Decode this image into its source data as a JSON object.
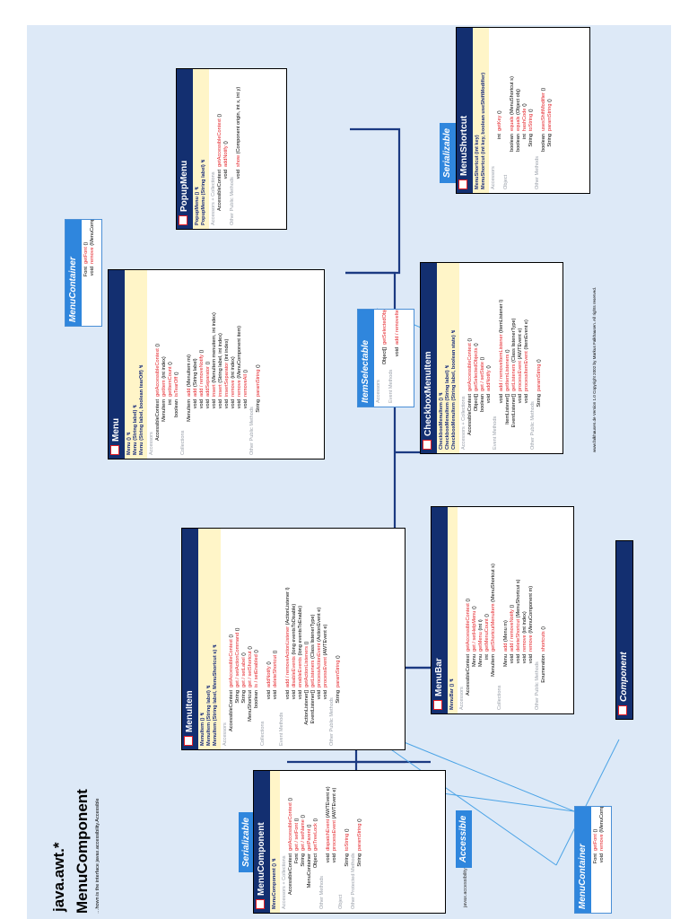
{
  "header": {
    "package": "java.awt.*",
    "class_name": "MenuComponent",
    "subtitle": "…hown is the interface javax.accessibility.Accessible"
  },
  "footer": "www.falkhausen.de Version 1.0 Copyright 2002 by Markus Falkhausen. All rights reserved.",
  "interfaces": {
    "serializable_left": "Serializable",
    "serializable_right": "Serializable",
    "accessible": "Accessible",
    "accessible_note": "javax.accessibility",
    "item_selectable": "ItemSelectable",
    "menu_container_top": "MenuContainer",
    "menu_container_bottom": "MenuContainer",
    "component": "Component"
  },
  "menu_container_top_rows": [
    {
      "type": "Font",
      "method": "getFont",
      "params": "()"
    },
    {
      "type": "void",
      "method": "remove",
      "params": "(MenuComponent comp)"
    }
  ],
  "menu_container_bottom_rows": [
    {
      "type": "Font",
      "method": "getFont",
      "params": "()"
    },
    {
      "type": "void",
      "method": "remove",
      "params": "(MenuComponent comp)"
    }
  ],
  "item_selectable_rows": [
    {
      "type": "",
      "method": "Accessors",
      "params": "",
      "section": true
    },
    {
      "type": "Object[]",
      "method": "getSelectedObjects",
      "params": "()"
    },
    {
      "type": "",
      "method": "Event Methods",
      "params": "",
      "section": true
    },
    {
      "type": "void",
      "method": "add / removeItemListener",
      "params": "(ItemListener l)"
    }
  ],
  "classes": {
    "menu_component": {
      "name": "MenuComponent",
      "ctors": [
        "MenuComponent () ↯"
      ],
      "rows": [
        {
          "type": "",
          "method": "Accessors + Collections",
          "params": "",
          "section": true
        },
        {
          "type": "AccessibleContext",
          "method": "getAccessibleContext",
          "params": "()"
        },
        {
          "type": "Font",
          "method": "get / setFont",
          "params": "()"
        },
        {
          "type": "String",
          "method": "get / setName",
          "params": "()"
        },
        {
          "type": "MenuContainer",
          "method": "getParent",
          "params": "()"
        },
        {
          "type": "Object",
          "method": "getTreeLock",
          "params": "()"
        },
        {
          "type": "",
          "method": "Other Methods",
          "params": "",
          "section": true
        },
        {
          "type": "void",
          "method": "dispatchEvent",
          "params": "(AWTEvent e)"
        },
        {
          "type": "void",
          "method": "processEvent",
          "params": "(AWTEvent e)"
        },
        {
          "type": "",
          "method": "Object",
          "params": "",
          "section": true
        },
        {
          "type": "String",
          "method": "toString",
          "params": "()"
        },
        {
          "type": "",
          "method": "Other Protected Methods",
          "params": "",
          "section": true
        },
        {
          "type": "String",
          "method": "paramString",
          "params": "()"
        }
      ]
    },
    "menu_item": {
      "name": "MenuItem",
      "ctors": [
        "MenuItem () ↯",
        "MenuItem (String label) ↯",
        "MenuItem (String label, MenuShortcut s) ↯"
      ],
      "rows": [
        {
          "type": "",
          "method": "Accessors",
          "params": "",
          "section": true
        },
        {
          "type": "AccessibleContext",
          "method": "getAccessibleContext",
          "params": "()"
        },
        {
          "type": "String",
          "method": "get / setActionCommand",
          "params": "()"
        },
        {
          "type": "String",
          "method": "get / setLabel",
          "params": "()"
        },
        {
          "type": "MenuShortcut",
          "method": "get / setShortcut",
          "params": "()"
        },
        {
          "type": "boolean",
          "method": "is / setEnabled",
          "params": "()"
        },
        {
          "type": "",
          "method": "Collections",
          "params": "",
          "section": true
        },
        {
          "type": "void",
          "method": "addNotify",
          "params": "()"
        },
        {
          "type": "void",
          "method": "deleteShortcut",
          "params": "()"
        },
        {
          "type": "",
          "method": "Event Methods",
          "params": "",
          "section": true
        },
        {
          "type": "void",
          "method": "add / removeActionListener",
          "params": "(ActionListener l)"
        },
        {
          "type": "void",
          "method": "disableEvents",
          "params": "(long eventsToDisable)"
        },
        {
          "type": "void",
          "method": "enableEvents",
          "params": "(long eventsToEnable)"
        },
        {
          "type": "ActionListener[]",
          "method": "getActionListeners",
          "params": "()"
        },
        {
          "type": "EventListener[]",
          "method": "getListeners",
          "params": "(Class listenerType)"
        },
        {
          "type": "void",
          "method": "processActionEvent",
          "params": "(ActionEvent e)"
        },
        {
          "type": "void",
          "method": "processEvent",
          "params": "(AWTEvent e)"
        },
        {
          "type": "",
          "method": "Other Public Methods",
          "params": "",
          "section": true
        },
        {
          "type": "String",
          "method": "paramString",
          "params": "()"
        }
      ]
    },
    "menu_bar": {
      "name": "MenuBar",
      "ctors": [
        "MenuBar () ↯"
      ],
      "rows": [
        {
          "type": "",
          "method": "Accessors",
          "params": "",
          "section": true
        },
        {
          "type": "AccessibleContext",
          "method": "getAccessibleContext",
          "params": "()"
        },
        {
          "type": "Menu",
          "method": "get / setHelpMenu",
          "params": "()"
        },
        {
          "type": "Menu",
          "method": "getMenu",
          "params": "(int i)"
        },
        {
          "type": "int",
          "method": "getMenuCount",
          "params": "()"
        },
        {
          "type": "MenuItem",
          "method": "getShortcutMenuItem",
          "params": "(MenuShortcut s)"
        },
        {
          "type": "",
          "method": "Collections",
          "params": "",
          "section": true
        },
        {
          "type": "Menu",
          "method": "add",
          "params": "(Menu m)"
        },
        {
          "type": "void",
          "method": "add / removeNotify",
          "params": "()"
        },
        {
          "type": "void",
          "method": "deleteShortcut",
          "params": "(MenuShortcut s)"
        },
        {
          "type": "void",
          "method": "remove",
          "params": "(int index)"
        },
        {
          "type": "void",
          "method": "remove",
          "params": "(MenuComponent m)"
        },
        {
          "type": "",
          "method": "Other Public Methods",
          "params": "",
          "section": true
        },
        {
          "type": "Enumeration",
          "method": "shortcuts",
          "params": "()"
        }
      ]
    },
    "menu": {
      "name": "Menu",
      "ctors": [
        "Menu () ↯",
        "Menu (String label) ↯",
        "Menu (String label, boolean tearOff) ↯"
      ],
      "rows": [
        {
          "type": "",
          "method": "Accessors",
          "params": "",
          "section": true
        },
        {
          "type": "AccessibleContext",
          "method": "getAccessibleContext",
          "params": "()"
        },
        {
          "type": "MenuItem",
          "method": "getItem",
          "params": "(int index)"
        },
        {
          "type": "int",
          "method": "getItemCount",
          "params": "()"
        },
        {
          "type": "boolean",
          "method": "isTearOff",
          "params": "()"
        },
        {
          "type": "",
          "method": "Collections",
          "params": "",
          "section": true
        },
        {
          "type": "MenuItem",
          "method": "add",
          "params": "(MenuItem mi)"
        },
        {
          "type": "void",
          "method": "add",
          "params": "(String label)"
        },
        {
          "type": "void",
          "method": "add / removeNotify",
          "params": "()"
        },
        {
          "type": "void",
          "method": "addSeparator",
          "params": "()"
        },
        {
          "type": "void",
          "method": "insert",
          "params": "(MenuItem menuitem, int index)"
        },
        {
          "type": "void",
          "method": "insert",
          "params": "(String label, int index)"
        },
        {
          "type": "void",
          "method": "insertSeparator",
          "params": "(int index)"
        },
        {
          "type": "void",
          "method": "remove",
          "params": "(int index)"
        },
        {
          "type": "void",
          "method": "remove",
          "params": "(MenuComponent item)"
        },
        {
          "type": "void",
          "method": "removeAll",
          "params": "()"
        },
        {
          "type": "",
          "method": "Other Public Methods",
          "params": "",
          "section": true
        },
        {
          "type": "String",
          "method": "paramString",
          "params": "()"
        }
      ]
    },
    "checkbox_menu_item": {
      "name": "CheckboxMenuItem",
      "ctors": [
        "CheckboxMenuItem () ↯",
        "CheckboxMenuItem (String label) ↯",
        "CheckboxMenuItem (String label, boolean state) ↯"
      ],
      "rows": [
        {
          "type": "",
          "method": "Accessors + Collections",
          "params": "",
          "section": true
        },
        {
          "type": "AccessibleContext",
          "method": "getAccessibleContext",
          "params": "()"
        },
        {
          "type": "Object[]",
          "method": "getSelectedObjects",
          "params": "()"
        },
        {
          "type": "boolean",
          "method": "get / setState",
          "params": "()"
        },
        {
          "type": "void",
          "method": "addNotify",
          "params": "()"
        },
        {
          "type": "",
          "method": "Event Methods",
          "params": "",
          "section": true
        },
        {
          "type": "void",
          "method": "add / removeItemListener",
          "params": "(ItemListener l)"
        },
        {
          "type": "ItemListener[]",
          "method": "getItemListeners",
          "params": "()"
        },
        {
          "type": "EventListener[]",
          "method": "getListeners",
          "params": "(Class listenerType)"
        },
        {
          "type": "void",
          "method": "processEvent",
          "params": "(AWTEvent e)"
        },
        {
          "type": "void",
          "method": "processItemEvent",
          "params": "(ItemEvent e)"
        },
        {
          "type": "",
          "method": "Other Public Methods",
          "params": "",
          "section": true
        },
        {
          "type": "String",
          "method": "paramString",
          "params": "()"
        }
      ]
    },
    "popup_menu": {
      "name": "PopupMenu",
      "ctors": [
        "PopupMenu () ↯",
        "PopupMenu (String label) ↯"
      ],
      "rows": [
        {
          "type": "",
          "method": "Accessors + Collections",
          "params": "",
          "section": true
        },
        {
          "type": "AccessibleContext",
          "method": "getAccessibleContext",
          "params": "()"
        },
        {
          "type": "void",
          "method": "addNotify",
          "params": "()"
        },
        {
          "type": "",
          "method": "Other Public Methods",
          "params": "",
          "section": true
        },
        {
          "type": "void",
          "method": "show",
          "params": "(Component origin, int x, int y)"
        }
      ]
    },
    "menu_shortcut": {
      "name": "MenuShortcut",
      "ctors": [
        "MenuShortcut (int key)",
        "MenuShortcut (int key, boolean useShiftModifier)"
      ],
      "rows": [
        {
          "type": "",
          "method": "Accessors",
          "params": "",
          "section": true
        },
        {
          "type": "int",
          "method": "getKey",
          "params": "()"
        },
        {
          "type": "",
          "method": "Object",
          "params": "",
          "section": true
        },
        {
          "type": "boolean",
          "method": "equals",
          "params": "(MenuShortcut s)"
        },
        {
          "type": "boolean",
          "method": "equals",
          "params": "(Object obj)"
        },
        {
          "type": "int",
          "method": "hashCode",
          "params": "()"
        },
        {
          "type": "String",
          "method": "toString",
          "params": "()"
        },
        {
          "type": "",
          "method": "Other Methods",
          "params": "",
          "section": true
        },
        {
          "type": "boolean",
          "method": "usesShiftModifier",
          "params": "()"
        },
        {
          "type": "String",
          "method": "paramString",
          "params": "()"
        }
      ]
    }
  }
}
